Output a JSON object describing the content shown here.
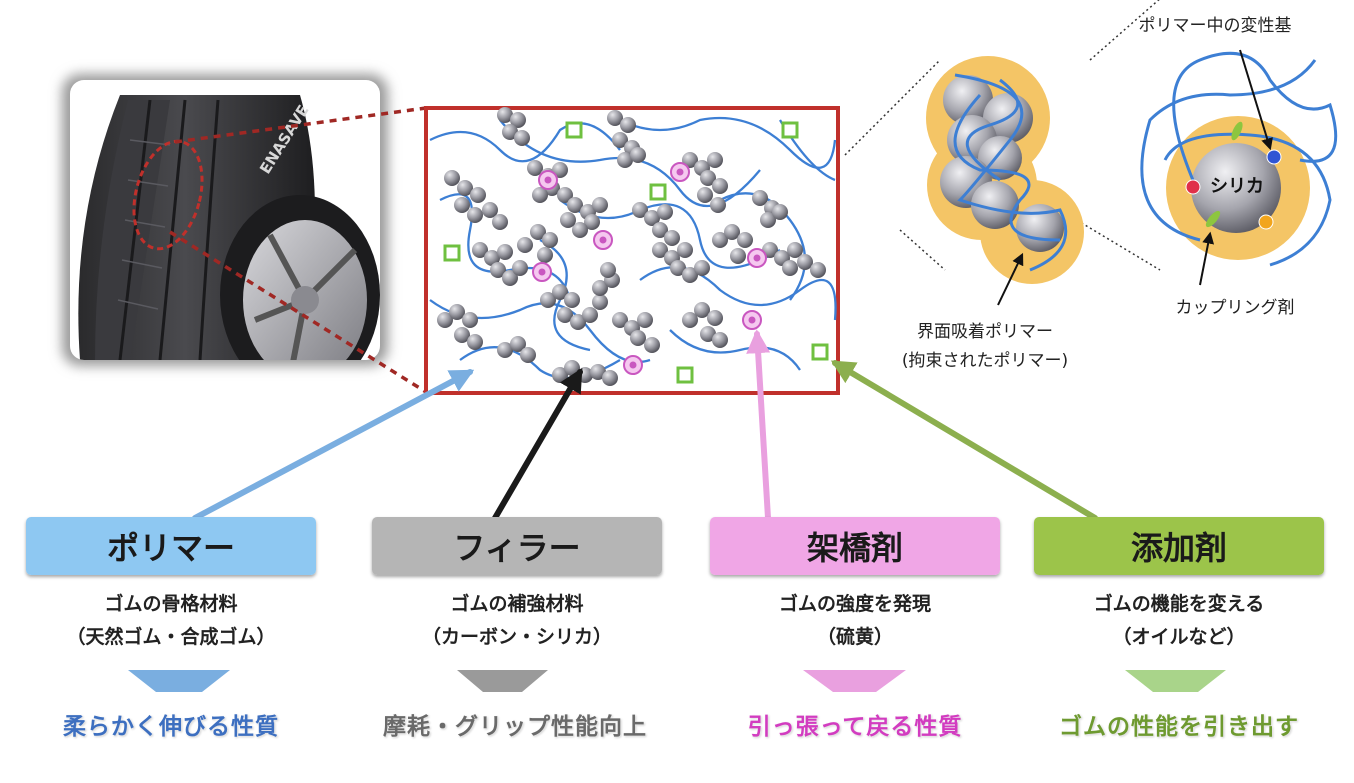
{
  "tire": {
    "brand_text": "ENASAVE"
  },
  "callouts": {
    "modified_group": "ポリマー中の変性基",
    "silica": "シリカ",
    "coupling_agent": "カップリング剤",
    "adsorbed_polymer_line1": "界面吸着ポリマー",
    "adsorbed_polymer_line2": "(拘束されたポリマー)"
  },
  "categories": [
    {
      "title": "ポリマー",
      "desc1": "ゴムの骨格材料",
      "desc2": "（天然ゴム・合成ゴム）",
      "result": "柔らかく伸びる性質",
      "box_color": "#8ec8f2",
      "arrow_color": "#7aaee0",
      "result_color": "#3d6fc0"
    },
    {
      "title": "フィラー",
      "desc1": "ゴムの補強材料",
      "desc2": "（カーボン・シリカ）",
      "result": "摩耗・グリップ性能向上",
      "box_color": "#b5b5b5",
      "arrow_color": "#1a1a1a",
      "result_color": "#6a6a6a"
    },
    {
      "title": "架橋剤",
      "desc1": "ゴムの強度を発現",
      "desc2": "（硫黄）",
      "result": "引っ張って戻る性質",
      "box_color": "#f0a6e6",
      "arrow_color": "#e9a0df",
      "result_color": "#d23cc0"
    },
    {
      "title": "添加剤",
      "desc1": "ゴムの機能を変える",
      "desc2": "（オイルなど）",
      "result": "ゴムの性能を引き出す",
      "box_color": "#9cc44a",
      "arrow_color": "#8caf4e",
      "result_color": "#6e9a30"
    }
  ],
  "colors": {
    "frame_red": "#c0302b",
    "polymer_blue": "#3d7fd4",
    "filler_gray": "#8f8f96",
    "crosslink_pink": "#c957c0",
    "additive_green": "#6fc040",
    "halo_orange": "#f4c566"
  }
}
